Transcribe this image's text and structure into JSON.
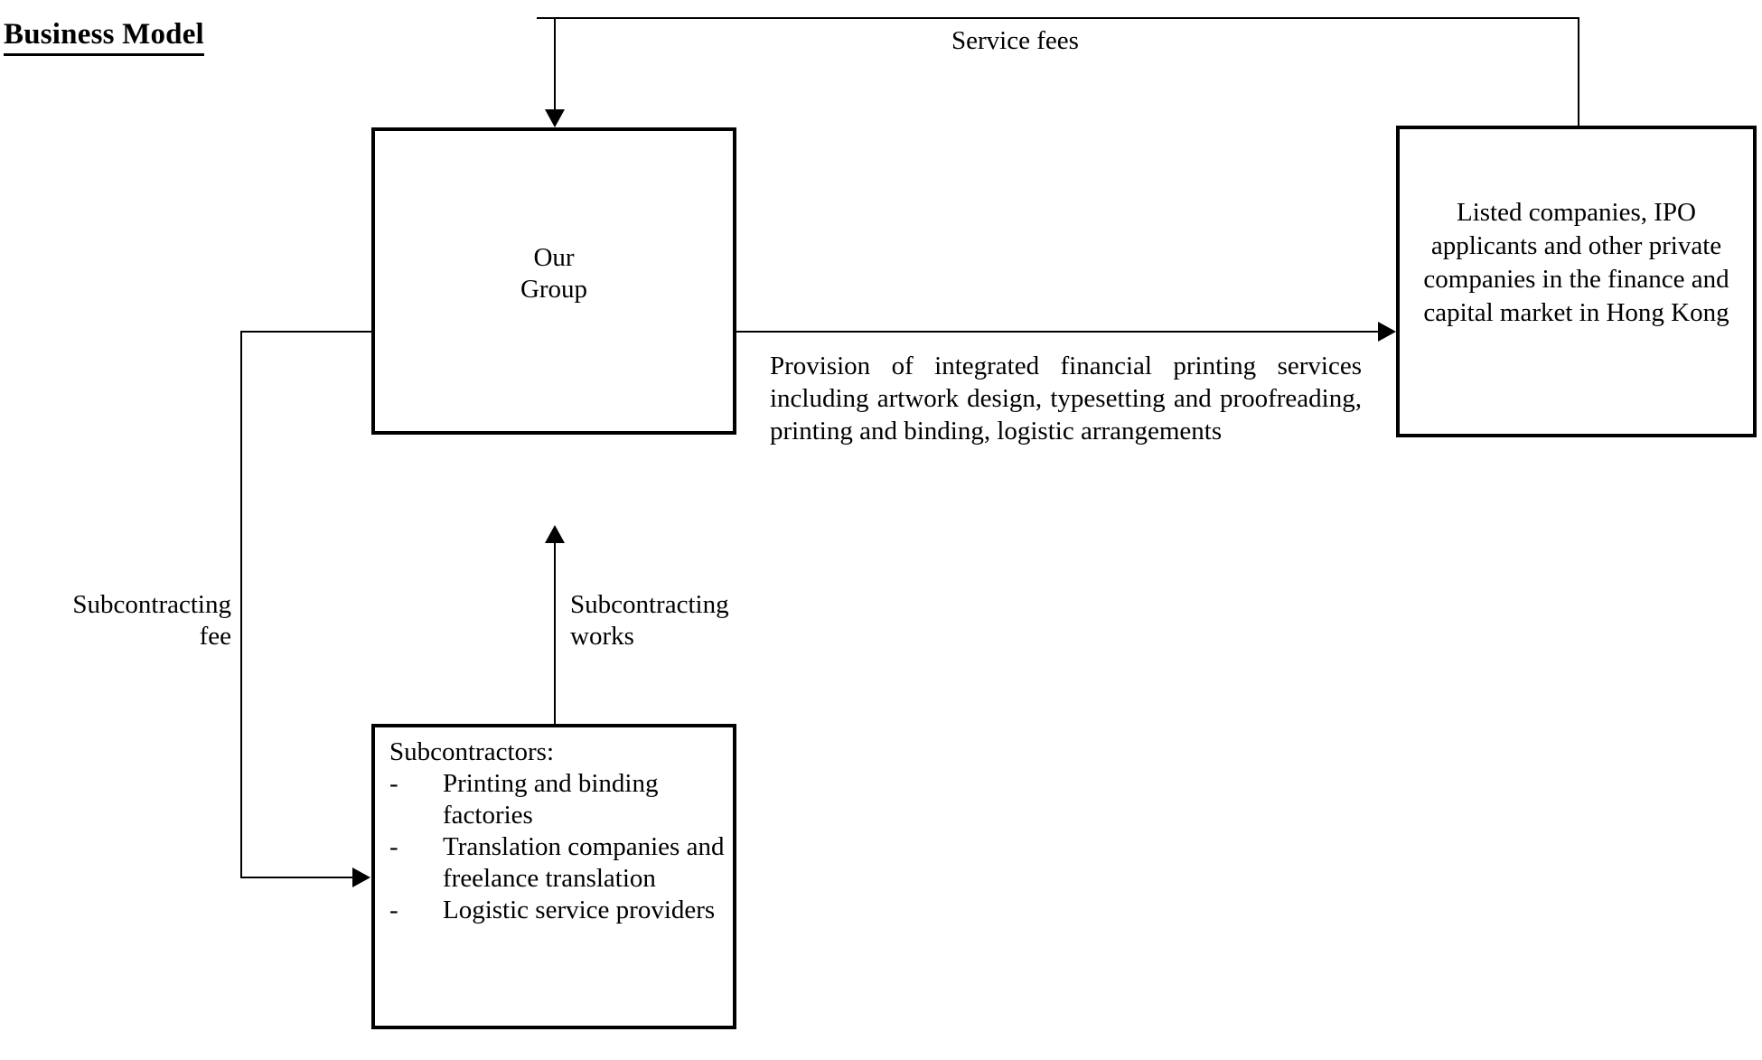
{
  "page": {
    "title": "Business Model"
  },
  "nodes": {
    "our_group": {
      "label": "Our\nGroup"
    },
    "clients": {
      "label": "Listed companies, IPO applicants and other private companies in the finance and capital market in Hong Kong"
    },
    "subcontractors": {
      "heading": "Subcontractors:",
      "dash": "-",
      "items": [
        "Printing and binding factories",
        "Translation companies and freelance translation",
        "Logistic service providers"
      ]
    }
  },
  "edges": {
    "service_fees": {
      "label": "Service fees",
      "from": "clients",
      "to": "our_group"
    },
    "provision": {
      "label": "Provision of integrated financial printing services including artwork design, typesetting and proofreading, printing and binding, logistic arrangements",
      "from": "our_group",
      "to": "clients"
    },
    "subcontracting_fee": {
      "label": "Subcontracting\nfee",
      "from": "our_group",
      "to": "subcontractors"
    },
    "subcontracting_works": {
      "label": "Subcontracting\nworks",
      "from": "subcontractors",
      "to": "our_group"
    }
  },
  "colors": {
    "line": "#000000",
    "text": "#000000",
    "background": "#ffffff"
  }
}
